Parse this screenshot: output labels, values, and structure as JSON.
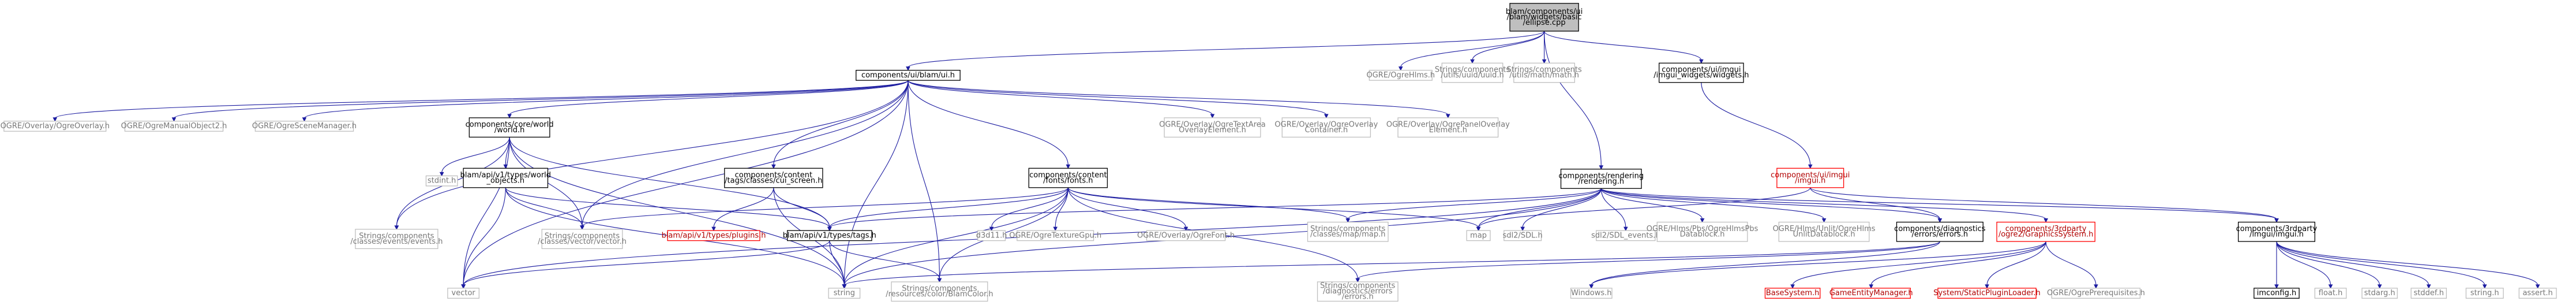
{
  "colors": {
    "edge": "#1c1ca0",
    "node_border_normal": "#000000",
    "node_border_gray": "#bfbfbf",
    "node_border_red": "#ff0000",
    "root_fill": "#bfbfbf",
    "node_fill": "#ffffff"
  },
  "nodes": [
    {
      "id": "root",
      "lines": [
        "blam/components/ui",
        "/blam/widgets/basic",
        "/ellipse.cpp"
      ],
      "style": "root"
    },
    {
      "id": "blamh",
      "lines": [
        "components/ui/blam/ui.h"
      ],
      "style": "normal"
    },
    {
      "id": "ogrehlms",
      "lines": [
        "OGRE/OgreHlms.h"
      ],
      "style": "gray"
    },
    {
      "id": "uuid",
      "lines": [
        "Strings/components",
        "/utils/uuid/uuid.h"
      ],
      "style": "gray"
    },
    {
      "id": "mathh",
      "lines": [
        "Strings/components",
        "/utils/math/math.h"
      ],
      "style": "gray"
    },
    {
      "id": "imwidgets",
      "lines": [
        "components/ui/imgui",
        "/imgui_widgets/widgets.h"
      ],
      "style": "normal"
    },
    {
      "id": "overlayh",
      "lines": [
        "OGRE/Overlay/OgreOverlay.h"
      ],
      "style": "gray"
    },
    {
      "id": "manualobj",
      "lines": [
        "OGRE/OgreManualObject2.h"
      ],
      "style": "gray"
    },
    {
      "id": "scenemgr",
      "lines": [
        "OGRE/OgreSceneManager.h"
      ],
      "style": "gray"
    },
    {
      "id": "worldh",
      "lines": [
        "components/core/world",
        "/world.h"
      ],
      "style": "normal"
    },
    {
      "id": "textarea",
      "lines": [
        "OGRE/Overlay/OgreTextArea",
        "OverlayElement.h"
      ],
      "style": "gray"
    },
    {
      "id": "overlaycontainer",
      "lines": [
        "OGRE/Overlay/OgreOverlay",
        "Container.h"
      ],
      "style": "gray"
    },
    {
      "id": "panelelement",
      "lines": [
        "OGRE/Overlay/OgrePanelOverlay",
        "Element.h"
      ],
      "style": "gray"
    },
    {
      "id": "renderingh",
      "lines": [
        "components/rendering",
        "/rendering.h"
      ],
      "style": "normal"
    },
    {
      "id": "imguih",
      "lines": [
        "components/ui/imgui",
        "/imgui.h"
      ],
      "style": "red"
    },
    {
      "id": "stdinth",
      "lines": [
        "stdint.h"
      ],
      "style": "gray"
    },
    {
      "id": "worldobjects",
      "lines": [
        "blam/api/v1/types/world",
        "_objects.h"
      ],
      "style": "normal"
    },
    {
      "id": "cvscreen",
      "lines": [
        "components/content",
        "/tags/classes/cui_screen.h"
      ],
      "style": "normal"
    },
    {
      "id": "fontsh",
      "lines": [
        "components/content",
        "/fonts/fonts.h"
      ],
      "style": "normal"
    },
    {
      "id": "eventsh",
      "lines": [
        "Strings/components",
        "/classes/events/events.h"
      ],
      "style": "gray"
    },
    {
      "id": "vectorh",
      "lines": [
        "Strings/components",
        "/classes/vector/vector.h"
      ],
      "style": "gray"
    },
    {
      "id": "pluginsh",
      "lines": [
        "blam/api/v1/types/plugins.h"
      ],
      "style": "red"
    },
    {
      "id": "tagsh",
      "lines": [
        "blam/api/v1/types/tags.h"
      ],
      "style": "normal"
    },
    {
      "id": "d3d11",
      "lines": [
        "d3d11.h"
      ],
      "style": "gray"
    },
    {
      "id": "texturegpu",
      "lines": [
        "OGRE/OgreTextureGpu.h"
      ],
      "style": "gray"
    },
    {
      "id": "ogrefont",
      "lines": [
        "OGRE/Overlay/OgreFont.h"
      ],
      "style": "gray"
    },
    {
      "id": "maph",
      "lines": [
        "Strings/components",
        "/classes/map/map.h"
      ],
      "style": "gray"
    },
    {
      "id": "map",
      "lines": [
        "map"
      ],
      "style": "gray"
    },
    {
      "id": "sdl",
      "lines": [
        "sdl2/SDL.h"
      ],
      "style": "gray"
    },
    {
      "id": "sdlevents",
      "lines": [
        "sdl2/SDL_events.h"
      ],
      "style": "gray"
    },
    {
      "id": "pbsdatablock",
      "lines": [
        "OGRE/Hlms/Pbs/OgreHlmsPbs",
        "Datablock.h"
      ],
      "style": "gray"
    },
    {
      "id": "unlitdatablock",
      "lines": [
        "OGRE/Hlms/Unlit/OgreHlms",
        "UnlitDatablock.h"
      ],
      "style": "gray"
    },
    {
      "id": "diagerrors",
      "lines": [
        "components/diagnostics",
        "/errors/errors.h"
      ],
      "style": "normal"
    },
    {
      "id": "graphicssystem",
      "lines": [
        "components/3rdparty",
        "/ogre2/GraphicsSystem.h"
      ],
      "style": "red"
    },
    {
      "id": "imgui3rd",
      "lines": [
        "components/3rdparty",
        "/imgui/imgui.h"
      ],
      "style": "normal"
    },
    {
      "id": "vector",
      "lines": [
        "vector"
      ],
      "style": "gray"
    },
    {
      "id": "string",
      "lines": [
        "string"
      ],
      "style": "gray"
    },
    {
      "id": "blamcolor",
      "lines": [
        "Strings/components",
        "/resources/color/BlamColor.h"
      ],
      "style": "gray"
    },
    {
      "id": "stringserrors",
      "lines": [
        "Strings/components",
        "/diagnostics/errors",
        "/errors.h"
      ],
      "style": "gray"
    },
    {
      "id": "windows",
      "lines": [
        "Windows.h"
      ],
      "style": "gray"
    },
    {
      "id": "basesystem",
      "lines": [
        "BaseSystem.h"
      ],
      "style": "red"
    },
    {
      "id": "gameentitymgr",
      "lines": [
        "GameEntityManager.h"
      ],
      "style": "red"
    },
    {
      "id": "staticplugin",
      "lines": [
        "System/StaticPluginLoader.h"
      ],
      "style": "red"
    },
    {
      "id": "ogreprereq",
      "lines": [
        "OGRE/OgrePrerequisites.h"
      ],
      "style": "gray"
    },
    {
      "id": "imconfig",
      "lines": [
        "imconfig.h"
      ],
      "style": "normal"
    },
    {
      "id": "floath",
      "lines": [
        "float.h"
      ],
      "style": "gray"
    },
    {
      "id": "stdargh",
      "lines": [
        "stdarg.h"
      ],
      "style": "gray"
    },
    {
      "id": "stddefh",
      "lines": [
        "stddef.h"
      ],
      "style": "gray"
    },
    {
      "id": "stringh",
      "lines": [
        "string.h"
      ],
      "style": "gray"
    },
    {
      "id": "asserth",
      "lines": [
        "assert.h"
      ],
      "style": "gray"
    }
  ],
  "edges": [
    [
      "root",
      "blamh"
    ],
    [
      "root",
      "ogrehlms"
    ],
    [
      "root",
      "uuid"
    ],
    [
      "root",
      "mathh"
    ],
    [
      "root",
      "imwidgets"
    ],
    [
      "root",
      "renderingh"
    ],
    [
      "blamh",
      "overlayh"
    ],
    [
      "blamh",
      "manualobj"
    ],
    [
      "blamh",
      "scenemgr"
    ],
    [
      "blamh",
      "worldh"
    ],
    [
      "blamh",
      "textarea"
    ],
    [
      "blamh",
      "overlaycontainer"
    ],
    [
      "blamh",
      "panelelement"
    ],
    [
      "blamh",
      "cvscreen"
    ],
    [
      "blamh",
      "fontsh"
    ],
    [
      "blamh",
      "eventsh"
    ],
    [
      "blamh",
      "vector"
    ],
    [
      "blamh",
      "string"
    ],
    [
      "blamh",
      "blamcolor"
    ],
    [
      "blamh",
      "vectorh"
    ],
    [
      "imwidgets",
      "imguih"
    ],
    [
      "worldh",
      "stdinth"
    ],
    [
      "worldh",
      "worldobjects"
    ],
    [
      "worldh",
      "eventsh"
    ],
    [
      "worldh",
      "vectorh"
    ],
    [
      "worldh",
      "vector"
    ],
    [
      "worldh",
      "string"
    ],
    [
      "worldh",
      "tagsh"
    ],
    [
      "worldobjects",
      "vectorh"
    ],
    [
      "worldobjects",
      "tagsh"
    ],
    [
      "worldobjects",
      "vector"
    ],
    [
      "worldobjects",
      "string"
    ],
    [
      "cvscreen",
      "pluginsh"
    ],
    [
      "cvscreen",
      "tagsh"
    ],
    [
      "cvscreen",
      "string"
    ],
    [
      "fontsh",
      "vectorh"
    ],
    [
      "fontsh",
      "tagsh"
    ],
    [
      "fontsh",
      "d3d11"
    ],
    [
      "fontsh",
      "texturegpu"
    ],
    [
      "fontsh",
      "ogrefont"
    ],
    [
      "fontsh",
      "maph"
    ],
    [
      "fontsh",
      "map"
    ],
    [
      "fontsh",
      "string"
    ],
    [
      "fontsh",
      "blamcolor"
    ],
    [
      "fontsh",
      "stringserrors"
    ],
    [
      "tagsh",
      "vector"
    ],
    [
      "tagsh",
      "string"
    ],
    [
      "tagsh",
      "blamcolor"
    ],
    [
      "renderingh",
      "tagsh"
    ],
    [
      "renderingh",
      "maph"
    ],
    [
      "renderingh",
      "map"
    ],
    [
      "renderingh",
      "sdl"
    ],
    [
      "renderingh",
      "sdlevents"
    ],
    [
      "renderingh",
      "pbsdatablock"
    ],
    [
      "renderingh",
      "unlitdatablock"
    ],
    [
      "renderingh",
      "diagerrors"
    ],
    [
      "renderingh",
      "graphicssystem"
    ],
    [
      "renderingh",
      "imgui3rd"
    ],
    [
      "renderingh",
      "string"
    ],
    [
      "renderingh",
      "vector"
    ],
    [
      "imguih",
      "map"
    ],
    [
      "imguih",
      "diagerrors"
    ],
    [
      "imguih",
      "imgui3rd"
    ],
    [
      "diagerrors",
      "stringserrors"
    ],
    [
      "diagerrors",
      "windows"
    ],
    [
      "diagerrors",
      "string"
    ],
    [
      "graphicssystem",
      "basesystem"
    ],
    [
      "graphicssystem",
      "gameentitymgr"
    ],
    [
      "graphicssystem",
      "staticplugin"
    ],
    [
      "graphicssystem",
      "ogreprereq"
    ],
    [
      "graphicssystem",
      "windows"
    ],
    [
      "imgui3rd",
      "imconfig"
    ],
    [
      "imgui3rd",
      "floath"
    ],
    [
      "imgui3rd",
      "stdargh"
    ],
    [
      "imgui3rd",
      "stddefh"
    ],
    [
      "imgui3rd",
      "stringh"
    ],
    [
      "imgui3rd",
      "asserth"
    ]
  ]
}
